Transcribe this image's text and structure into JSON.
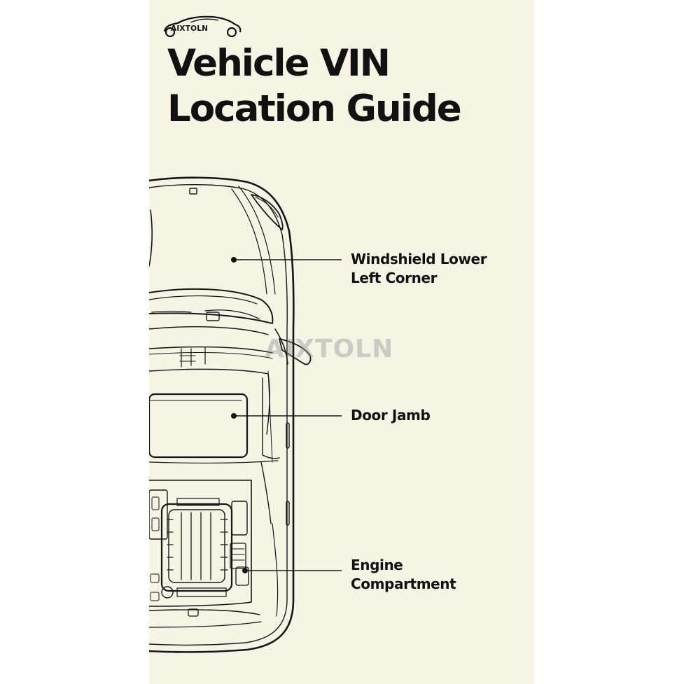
{
  "brand": {
    "logo_text": "AIXTOLN",
    "watermark": "AIXTOLN"
  },
  "title": {
    "line1": "Vehicle VIN",
    "line2": "Location Guide"
  },
  "callouts": [
    {
      "line1": "Windshield Lower",
      "line2": "Left Corner"
    },
    {
      "line1": "Door Jamb"
    },
    {
      "line1": "Engine",
      "line2": "Compartment"
    }
  ],
  "colors": {
    "background": "#f7f4e6",
    "ink": "#111111",
    "watermark": "#969696"
  },
  "icons": [
    "car-logo-icon",
    "car-top-view-illustration"
  ]
}
